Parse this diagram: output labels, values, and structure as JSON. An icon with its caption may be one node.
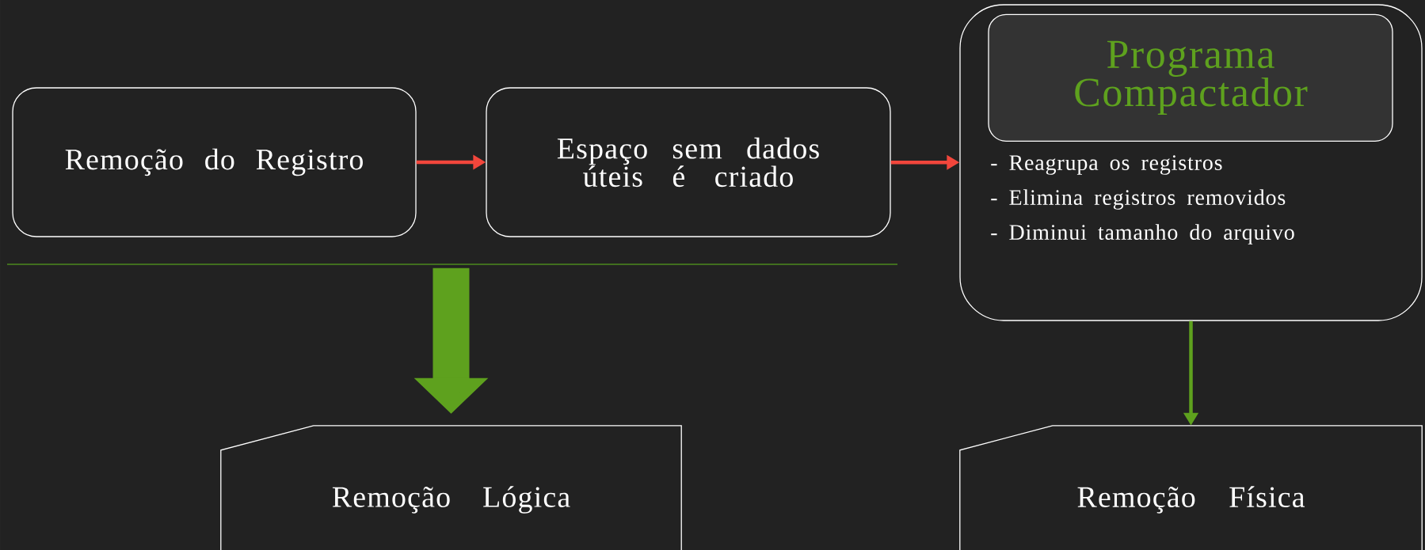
{
  "diagram": {
    "nodes": [
      {
        "text": [
          "Remoção do Registro"
        ]
      },
      {
        "text": [
          "Espaço sem dados úteis é criado"
        ]
      },
      {
        "text": [
          "- Reagrupa os registros",
          "- Elimina registros removidos",
          "- Diminui tamanho do arquivo"
        ]
      },
      {
        "text": [
          "Programa Compactador"
        ],
        "in": 2
      },
      {
        "text": [
          "Remoção Lógica"
        ]
      },
      {
        "text": [
          "Remoção Física"
        ]
      }
    ],
    "edges": [
      {
        "from": 0,
        "to": 1,
        "arrow": "to",
        "color": "#f2463c"
      },
      {
        "from": 1,
        "to": 2,
        "arrow": "to",
        "color": "#f2463c"
      },
      {
        "from": 2,
        "to": 5,
        "arrow": "to",
        "color": "#5ea11e"
      },
      {
        "from": null,
        "to": 4,
        "arrow": "to",
        "style": "thick",
        "color": "#5ea11e"
      }
    ]
  }
}
